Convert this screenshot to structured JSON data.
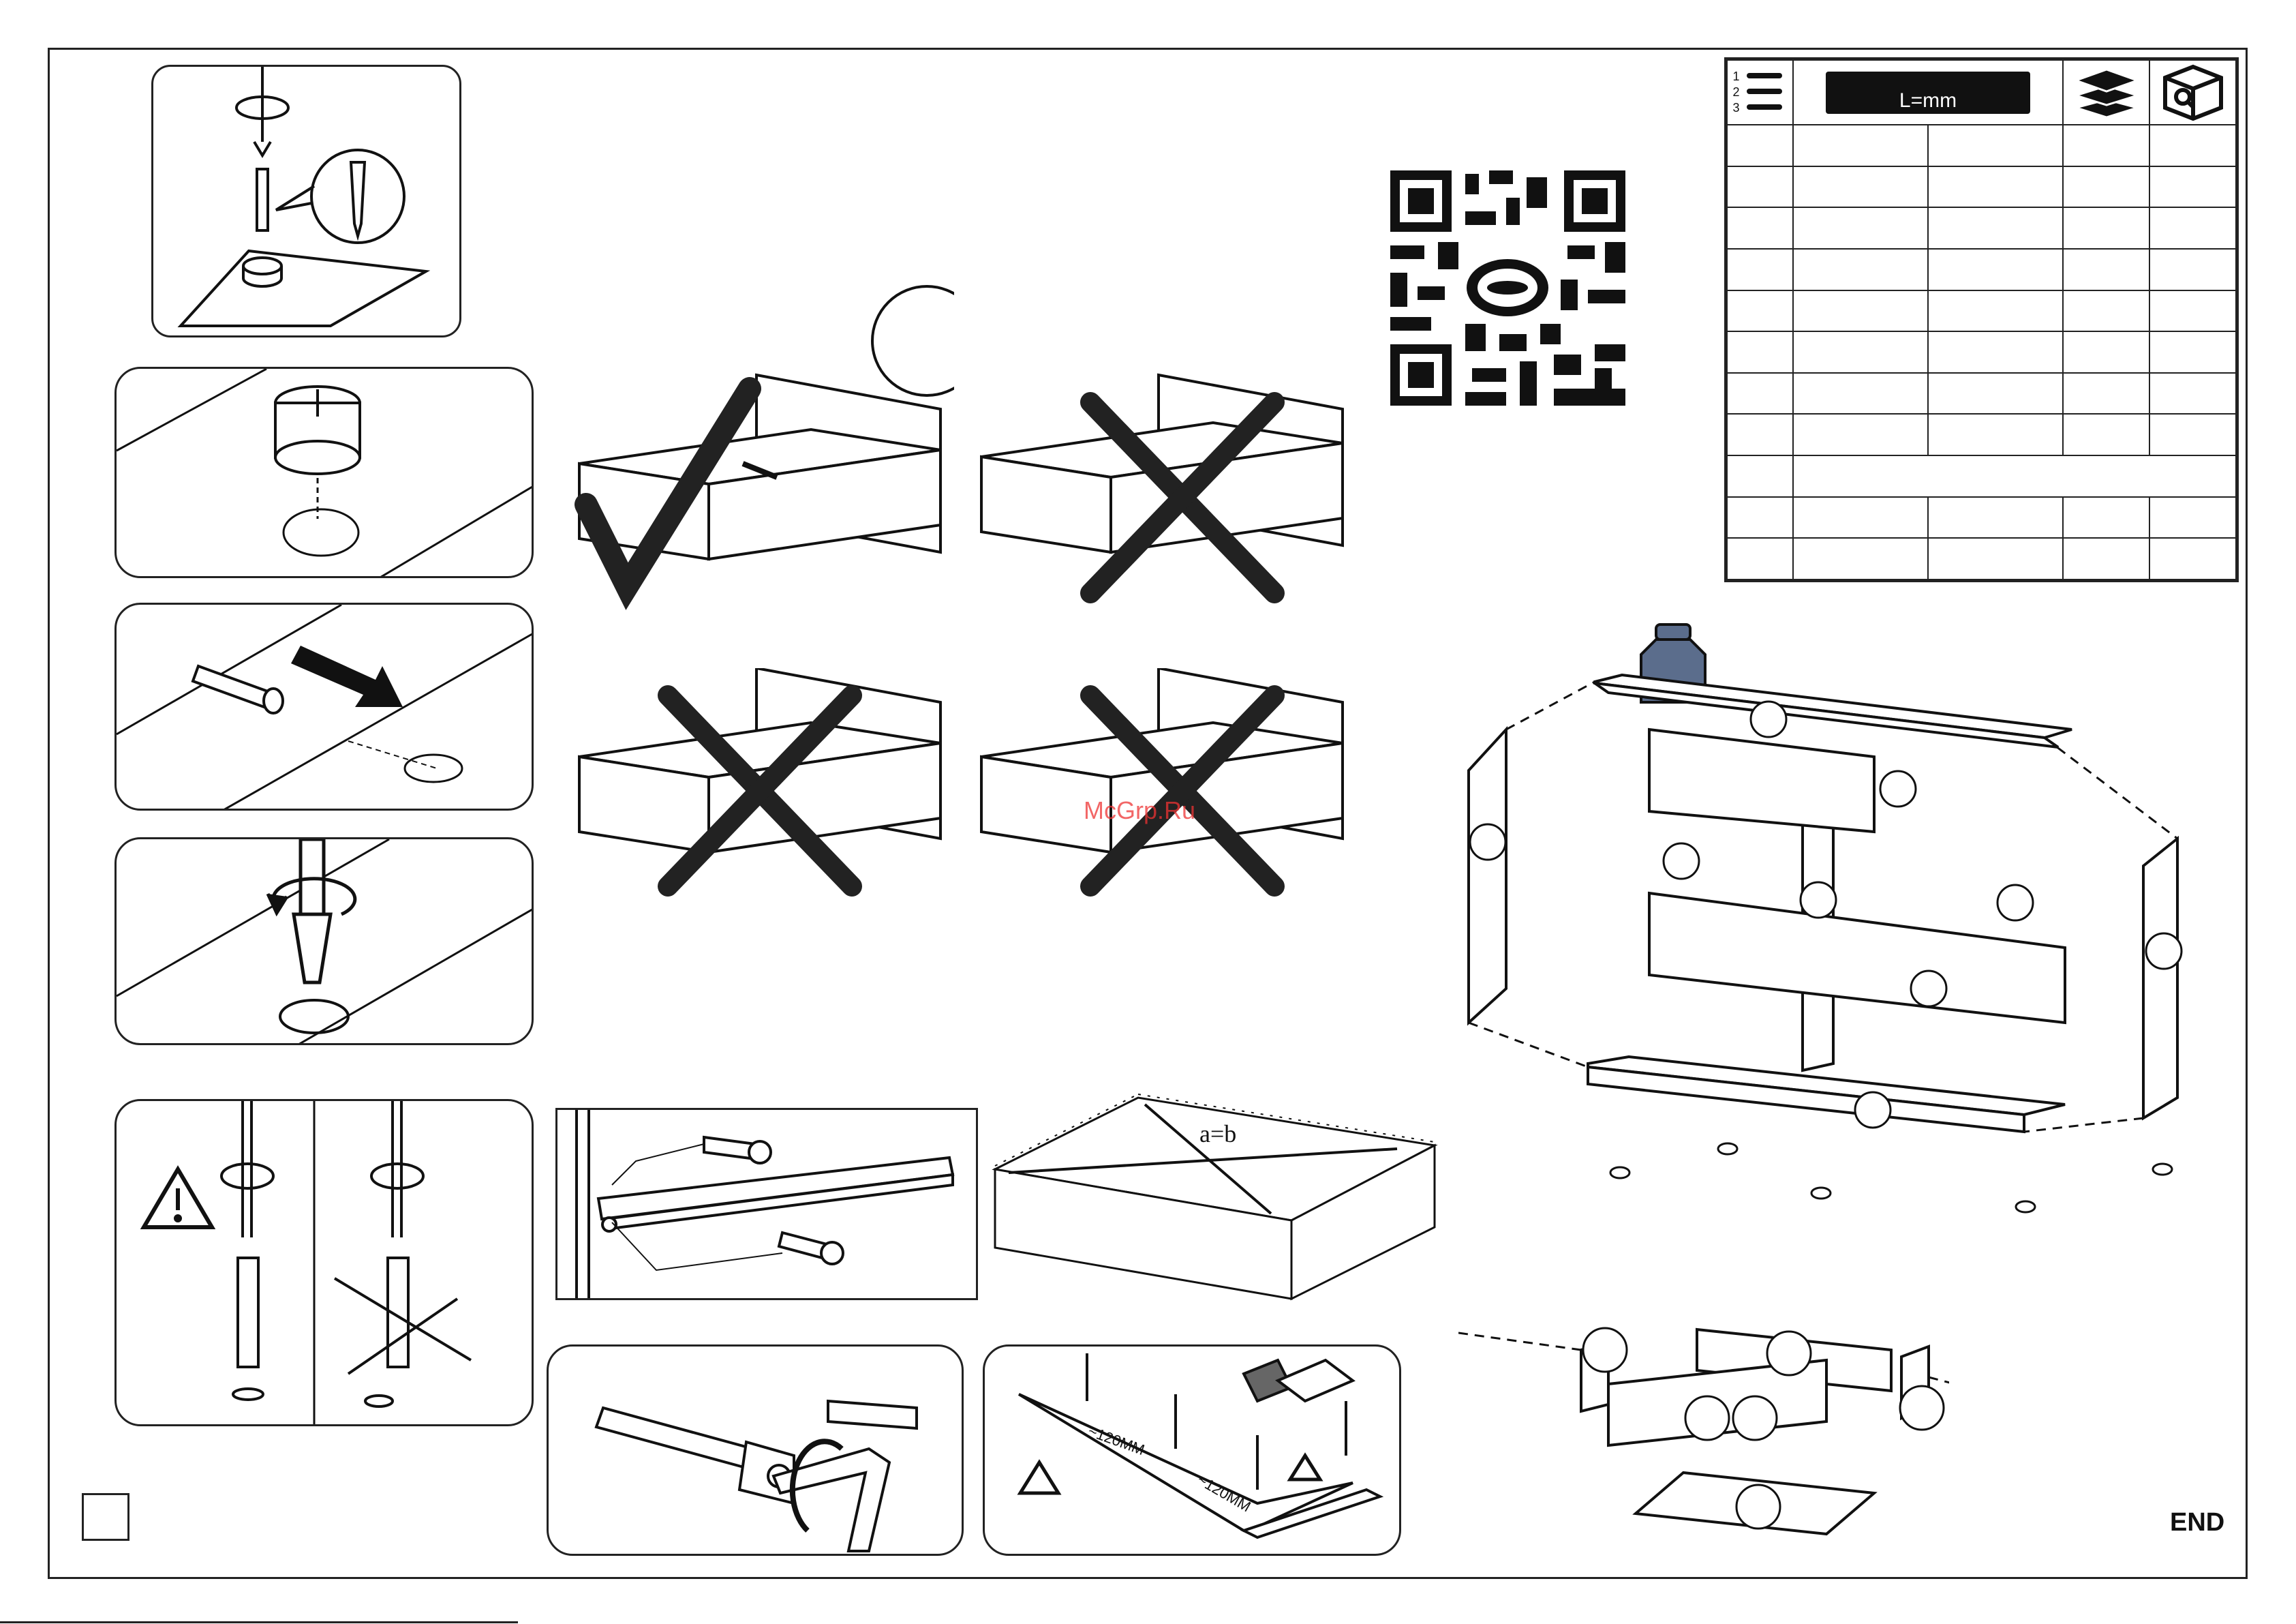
{
  "parts_table": {
    "header_icons": [
      "numbered-list-icon",
      "ruler-icon",
      "layers-icon",
      "parts-box-icon"
    ],
    "list_numbers": [
      "1",
      "2",
      "3"
    ],
    "ruler_label": "L=mm",
    "row_count": 12
  },
  "drawer_diagonal_label": "a=b",
  "nail_spacing_left": "~120MM",
  "nail_spacing_right": "~120MM",
  "watermark": "McGrp.Ru",
  "end_label": "END"
}
